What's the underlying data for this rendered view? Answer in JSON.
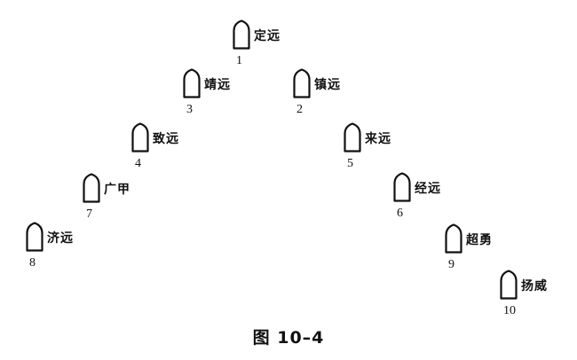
{
  "caption": "图 10–4",
  "icon": "ship-hull-icon",
  "ships": [
    {
      "number": "1",
      "name": "定远"
    },
    {
      "number": "2",
      "name": "镇远"
    },
    {
      "number": "3",
      "name": "靖远"
    },
    {
      "number": "4",
      "name": "致远"
    },
    {
      "number": "5",
      "name": "来远"
    },
    {
      "number": "6",
      "name": "经远"
    },
    {
      "number": "7",
      "name": "广甲"
    },
    {
      "number": "8",
      "name": "济远"
    },
    {
      "number": "9",
      "name": "超勇"
    },
    {
      "number": "10",
      "name": "扬威"
    }
  ]
}
